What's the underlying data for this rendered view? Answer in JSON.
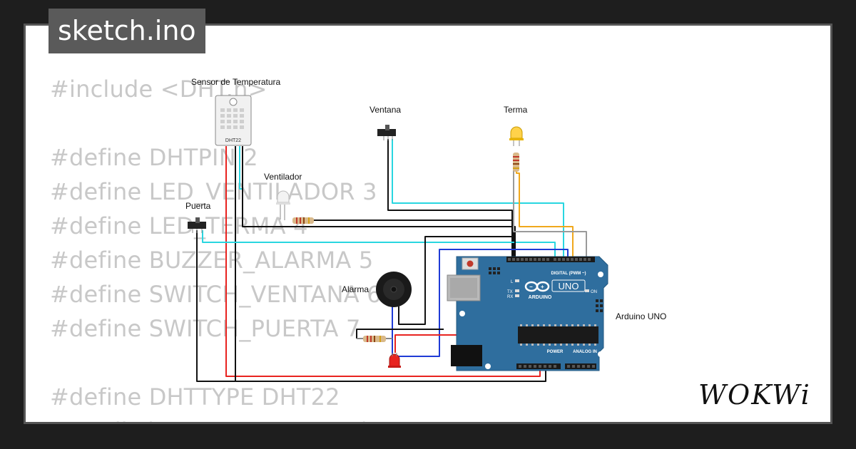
{
  "file_tab": {
    "title": "sketch.ino"
  },
  "code": {
    "lines": [
      "#include <DHT.h>",
      "",
      "#define DHTPIN 2",
      "#define LED_VENTILADOR 3",
      "#define LED_TERMA 4",
      "#define BUZZER_ALARMA 5",
      "#define SWITCH_VENTANA 6",
      "#define SWITCH_PUERTA 7",
      "",
      "#define DHTTYPE DHT22",
      "DHT dht(DHTPIN, DHTTYPE);"
    ]
  },
  "components": {
    "sensor": {
      "label": "Sensor de Temperatura",
      "model": "DHT22"
    },
    "ventana": {
      "label": "Ventana"
    },
    "terma": {
      "label": "Terma"
    },
    "ventilador": {
      "label": "Ventilador"
    },
    "puerta": {
      "label": "Puerta"
    },
    "alarma": {
      "label": "Alarma"
    },
    "arduino": {
      "label": "Arduino UNO",
      "brand": "ARDUINO",
      "model": "UNO",
      "digital_header": "DIGITAL (PWM ~)",
      "power_header": "POWER",
      "analog_header": "ANALOG IN",
      "led_labels": [
        "L",
        "TX",
        "RX"
      ],
      "on_label": "ON"
    }
  },
  "brand": {
    "name": "WOKWi"
  },
  "colors": {
    "wire_red": "#e8231f",
    "wire_black": "#111111",
    "wire_cyan": "#29d6e0",
    "wire_orange": "#f0a81c",
    "wire_gray": "#9a9a9a",
    "wire_blue": "#1f3bd6",
    "board": "#2f6e9e"
  }
}
